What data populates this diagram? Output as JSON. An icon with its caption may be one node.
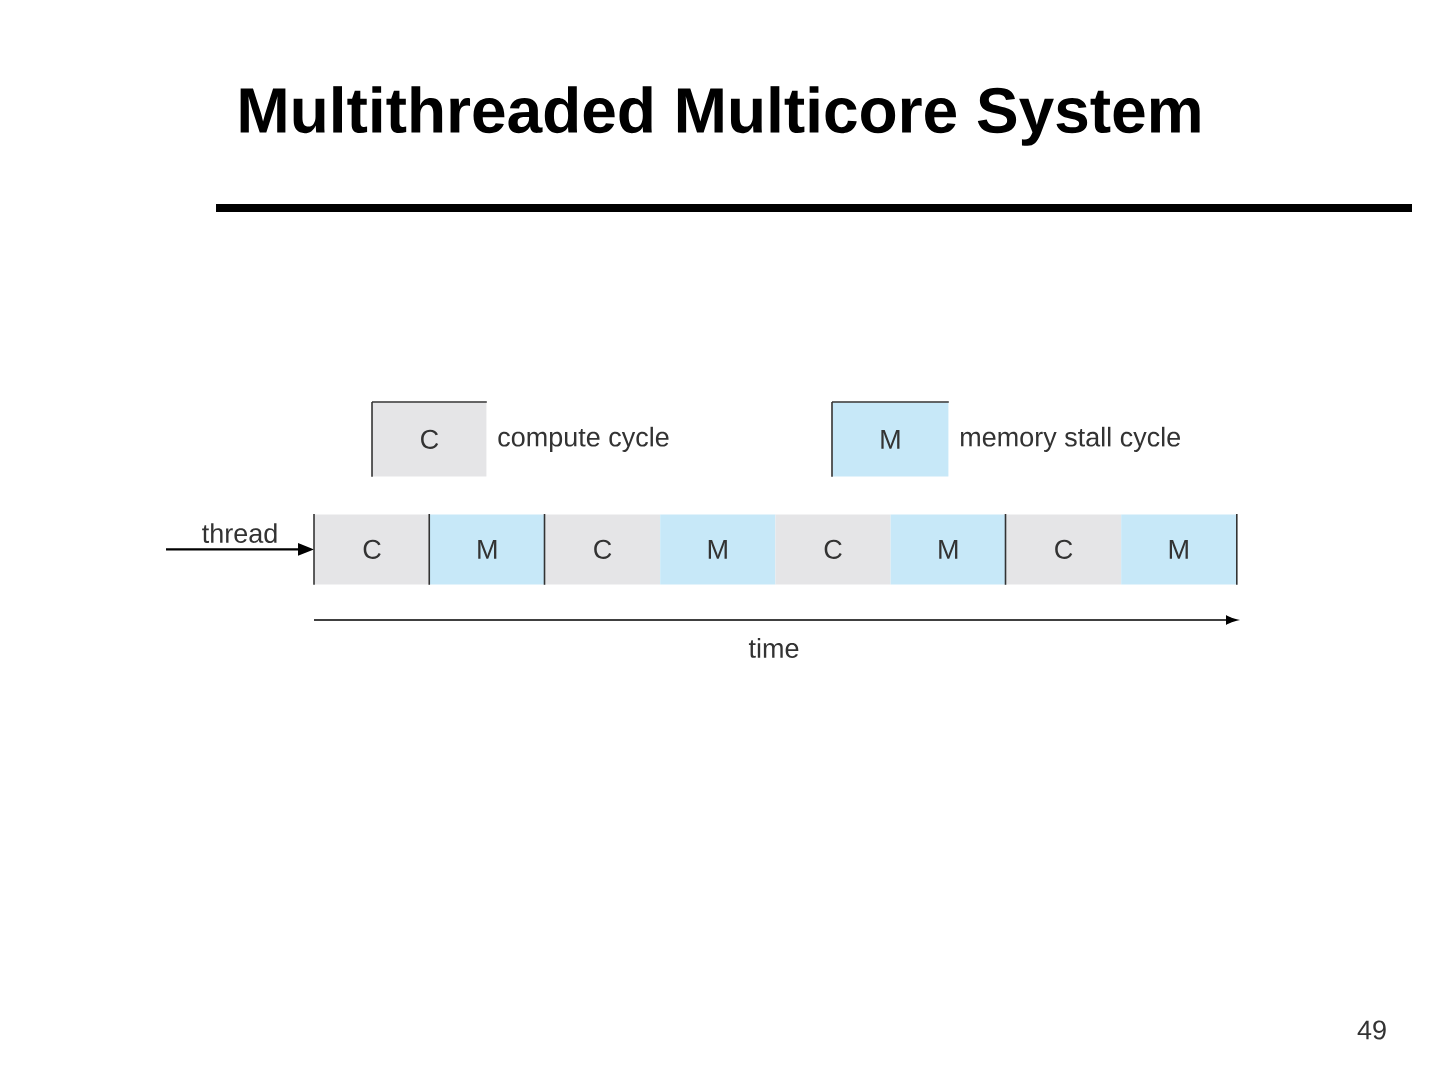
{
  "diagram": {
    "title": "Multithreaded Multicore System",
    "nodes": [
      {
        "text": [
          "C"
        ],
        "beside": [
          "compute cycle"
        ]
      },
      {
        "text": [
          "M"
        ],
        "beside": [
          "memory stall cycle"
        ]
      },
      {
        "text": [
          "C"
        ]
      },
      {
        "text": [
          "M"
        ]
      },
      {
        "text": [
          "C"
        ]
      },
      {
        "text": [
          "M"
        ]
      },
      {
        "text": [
          "C"
        ]
      },
      {
        "text": [
          "M"
        ]
      },
      {
        "text": [
          "C"
        ]
      },
      {
        "text": [
          "M"
        ]
      }
    ],
    "edges": [
      {
        "from": null,
        "to": 2,
        "arrow": "to",
        "label": "thread"
      }
    ],
    "labels": [
      "time",
      "49"
    ]
  }
}
